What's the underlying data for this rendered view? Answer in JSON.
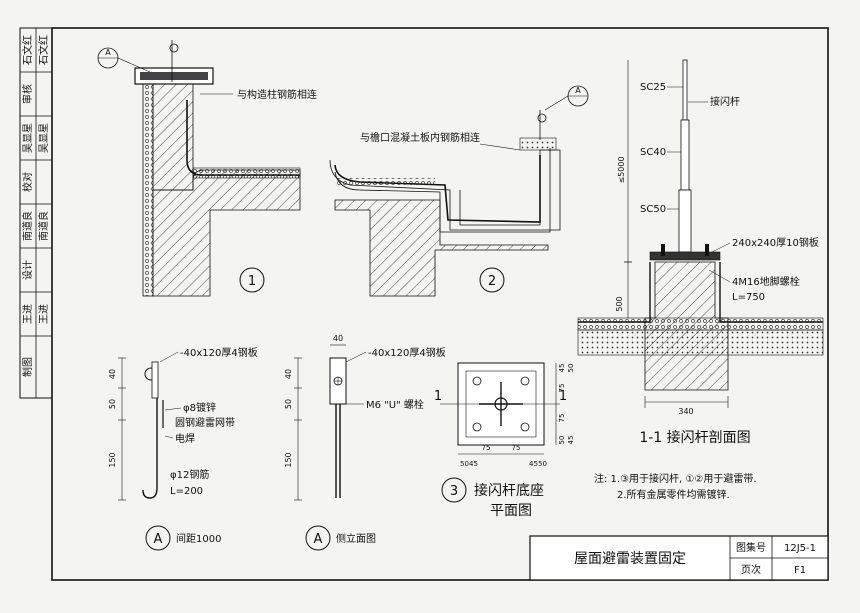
{
  "side_block": {
    "cells": [
      {
        "role": "石文红",
        "sig": "石文红"
      },
      {
        "role": "审核",
        "sig": ""
      },
      {
        "role": "吴显星",
        "sig": "吴显星"
      },
      {
        "role": "校对",
        "sig": ""
      },
      {
        "role": "南道良",
        "sig": "南道良"
      },
      {
        "role": "设计",
        "sig": ""
      },
      {
        "role": "王进",
        "sig": "王进"
      },
      {
        "role": "制图",
        "sig": ""
      }
    ]
  },
  "detail1": {
    "circle": "1",
    "callout": "A",
    "note": "与构造柱钢筋相连"
  },
  "detail2": {
    "circle": "2",
    "callout": "A",
    "note": "与檐口混凝土板内钢筋相连"
  },
  "section_1_1": {
    "labels": [
      "SC25",
      "SC40",
      "SC50"
    ],
    "rod": "接闪杆",
    "height": "≤5000",
    "plate": "240x240厚10钢板",
    "bolts": "4M16地脚螺栓",
    "bolt_len": "L=750",
    "depth": "500",
    "width": "340",
    "title": "1-1 接闪杆剖面图"
  },
  "detailA": {
    "plate": "-40x120厚4钢板",
    "wire": "φ8镀锌",
    "wire2": "圆钢避雷网带",
    "weld": "电焊",
    "bar": "φ12钢筋",
    "bar_len": "L=200",
    "dims": [
      "40",
      "50",
      "150"
    ],
    "circle": "A",
    "caption": "间距1000"
  },
  "detailA_side": {
    "plate": "-40x120厚4钢板",
    "bolt": "M6 \"U\" 螺栓",
    "dims": [
      "40",
      "40",
      "50",
      "150"
    ],
    "circle": "A",
    "caption": "侧立面图"
  },
  "detail3": {
    "section_mark": "1",
    "dims_bottom": [
      "50",
      "45",
      "75",
      "75",
      "45",
      "50"
    ],
    "dims_right": [
      "45",
      "50",
      "75",
      "75",
      "50",
      "45"
    ],
    "circle": "3",
    "caption1": "接闪杆底座",
    "caption2": "平面图"
  },
  "notes": {
    "line1": "注: 1.③用于接闪杆, ①②用于避雷带.",
    "line2": "2.所有金属零件均需镀锌."
  },
  "title_block": {
    "drawing_title": "屋面避雷装置固定",
    "atlas_label": "图集号",
    "atlas_value": "12J5-1",
    "page_label": "页次",
    "page_value": "F1"
  }
}
